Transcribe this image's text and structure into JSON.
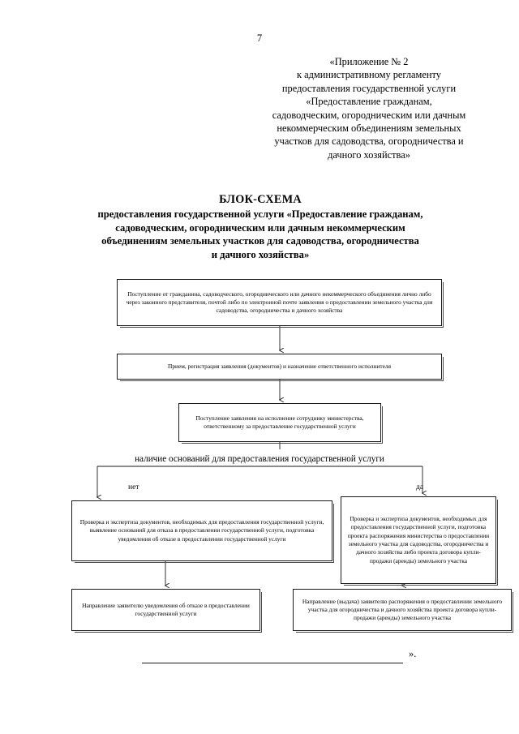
{
  "page": {
    "number": "7"
  },
  "reference": {
    "lines": [
      "«Приложение № 2",
      "к административному регламенту",
      "предоставления государственной услуги",
      "«Предоставление гражданам,",
      "садоводческим, огородническим или дачным",
      "некоммерческим объединениям земельных",
      "участков для садоводства, огородничества и",
      "дачного хозяйства»"
    ]
  },
  "title": {
    "main": "БЛОК-СХЕМА",
    "sub_lines": [
      "предоставления государственной услуги «Предоставление гражданам,",
      "садоводческим, огородническим или дачным некоммерческим",
      "объединениям земельных участков для садоводства, огородничества",
      "и дачного хозяйства»"
    ]
  },
  "flowchart": {
    "decision_label": "наличие оснований для предоставления государственной услуги",
    "branch_no_label": "нет",
    "branch_yes_label": "да",
    "nodes": {
      "intake": "Поступление от гражданина, садоводческого, огороднического или дачного некоммерческого объединения лично либо через законного представителя, почтой либо по электронной почте заявления о предоставлении земельного участка для садоводства, огородничества и дачного хозяйства",
      "register": "Прием, регистрация заявления (документов) и назначение ответственного исполнителя",
      "assign": "Поступление заявления на исполнение сотруднику министерства, ответственному за предоставление государственной услуги",
      "refuse_check": "Проверка и экспертиза документов, необходимых для предоставления государственной услуги, выявление оснований для отказа в предоставлении государственной услуги, подготовка уведомления об отказе в предоставлении государственной услуги",
      "grant_check": "Проверка и экспертиза документов, необходимых для предоставления государственной услуги, подготовка проекта распоряжения министерства о предоставлении земельного участка для садоводства, огородничества и дачного хозяйства либо проекта договора купли-продажи (аренды) земельного участка",
      "refuse_send": "Направление заявителю уведомления об отказе в предоставлении государственной услуги",
      "grant_send": "Направление (выдача) заявителю распоряжения о предоставлении земельного участка для огородничества и дачного хозяйства проекта договора купли-продажи (аренды) земельного участка"
    }
  },
  "footer": {
    "closing_quote": "».",
    "colors": {
      "text": "#000000",
      "rule": "#1a1a1a",
      "box_border": "#1a1a1a",
      "box_shadow": "#4a4a4a",
      "background": "#ffffff"
    }
  }
}
